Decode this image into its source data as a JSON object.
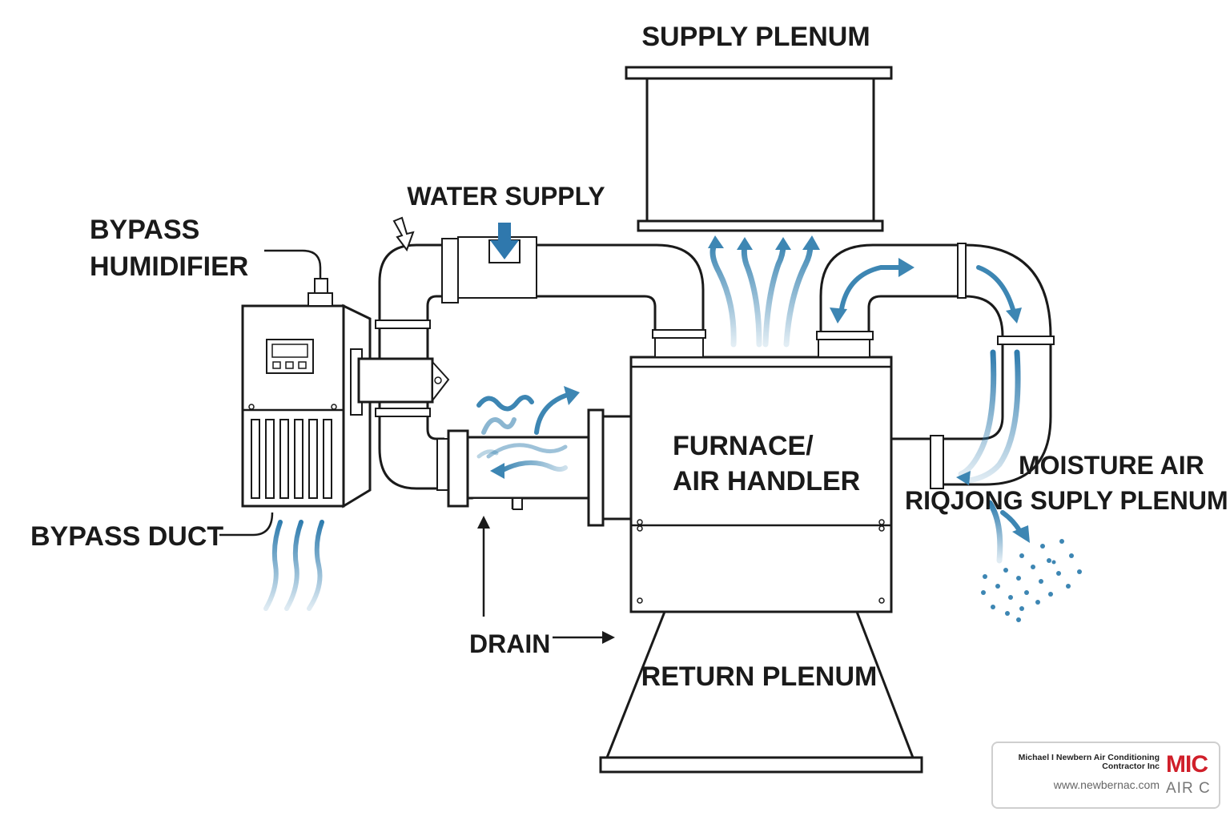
{
  "labels": {
    "supply_plenum": "SUPPLY PLENUM",
    "water_supply": "WATER SUPPLY",
    "bypass_humidifier_line1": "BYPASS",
    "bypass_humidifier_line2": "HUMIDIFIER",
    "bypass_duct": "BYPASS DUCT",
    "furnace_line1": "FURNACE/",
    "furnace_line2": "AIR HANDLER",
    "moisture_line1": "MOISTURE AIR",
    "moisture_line2": "RIQJONG SUPLY PLENUM",
    "drain": "DRAIN",
    "return_plenum": "RETURN PLENUM"
  },
  "brand": {
    "company": "Michael I Newbern Air Conditioning Contractor Inc",
    "url": "www.newbernac.com",
    "logo_text": "MIC",
    "logo_subtext": "AIR C"
  },
  "colors": {
    "airflow": "#3d86b3",
    "outline": "#1a1a1a",
    "brand_red": "#d01f2a"
  },
  "icons": {
    "water_inlet": "down-arrow-icon",
    "airflow": "curved-arrow-icon",
    "mist": "water-droplets-icon"
  }
}
